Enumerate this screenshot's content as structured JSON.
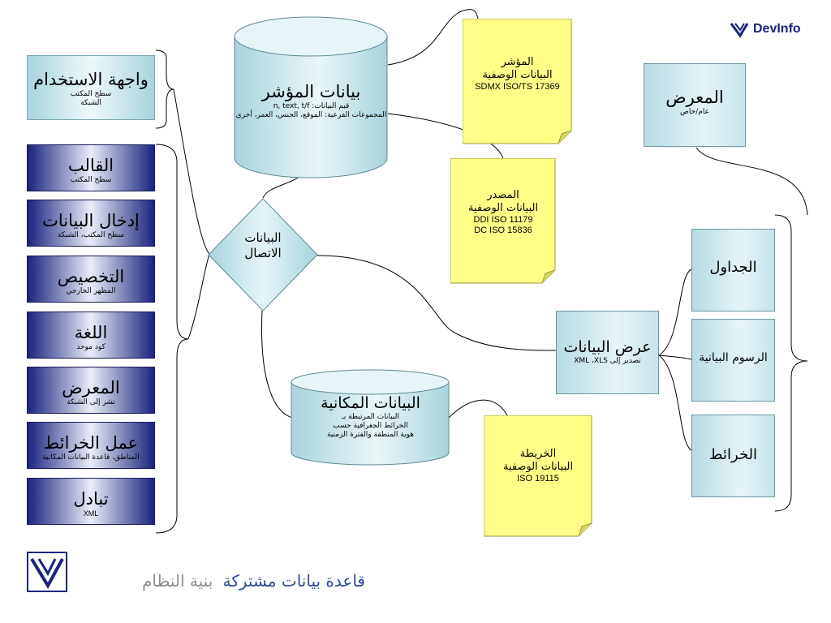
{
  "brand": {
    "name": "DevInfo"
  },
  "left_panel": {
    "ui": {
      "title": "واجهة الاستخدام",
      "line1": "سطح المكتب",
      "line2": "الشبكة"
    },
    "modules": [
      {
        "title": "القالب",
        "sub": "سطح المكتب"
      },
      {
        "title": "إدخال البيانات",
        "sub": "سطح المكتب، الشبكة"
      },
      {
        "title": "التخصيص",
        "sub": "المظهر الخارجي"
      },
      {
        "title": "اللغة",
        "sub": "كود موحد"
      },
      {
        "title": "المعرض",
        "sub": "نشر إلى الشبكة"
      },
      {
        "title": "عمل الخرائط",
        "sub": "المناطق، قاعدة البيانات المكانية"
      },
      {
        "title": "تبادل",
        "sub": "XML"
      }
    ]
  },
  "indicator_db": {
    "title": "بيانات المؤشر",
    "line1": "قيم البيانات: n, text, t/f",
    "line2": "المجموعات الفرعية: الموقع، الجنس، العمر، أخرى"
  },
  "indicator_meta": {
    "title": "المؤشر",
    "line1": "البيانات الوصفية",
    "line2": "SDMX ISO/TS 17369"
  },
  "source_meta": {
    "title": "المصدر",
    "line1": "البيانات الوصفية",
    "line2": "DDI ISO 11179",
    "line3": "DC ISO 15836"
  },
  "connection": {
    "line1": "البيانات",
    "line2": "الاتصال"
  },
  "spatial_db": {
    "title": "البيانات المكانية",
    "line1": "البيانات المرتبطة بـ",
    "line2": "الخرائط الجغرافية حسب",
    "line3": "هوية المنطقة والفترة الزمنية"
  },
  "map_meta": {
    "title": "الخريطة",
    "line1": "البيانات الوصفية",
    "line2": "ISO 19115"
  },
  "gallery": {
    "title": "المعرض",
    "sub": "عام/خاص"
  },
  "display": {
    "title": "عرض البيانات",
    "sub": "تصدير إلى XML ،XLS"
  },
  "outputs": {
    "tables": "الجداول",
    "graphs": "الرسوم البيانية",
    "maps": "الخرائط"
  },
  "footer": {
    "part1": "قاعدة بيانات مشتركة",
    "part2": "بنية النظام"
  },
  "colors": {
    "navy": "#1a237e",
    "teal": "#a8d4dc",
    "note_yellow": "#ffff88",
    "footer_blue": "#2e4a9e",
    "footer_gray": "#8c8c8c"
  }
}
